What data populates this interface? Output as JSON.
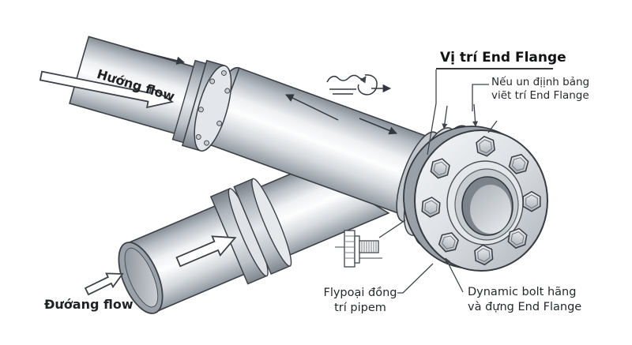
{
  "figure": {
    "labels": {
      "flow_top": "Hướng flow",
      "flow_bottom": "Đướang flow",
      "flange_position_title": "Vị trí End Flange",
      "flange_position_note": "Nếu un địịnh bảng\nviẽt trí End Flange",
      "pipe_note": "Flypoại đồng\ntrí pipem",
      "bolt_note": "Dynamic bolt hãng\nvà đựng End Flange"
    },
    "icons": {
      "weld_squiggle": "weld-squiggle-icon",
      "bolt_detail": "bolt-symbol-icon",
      "flow_arrows": "flow-arrow-icons"
    },
    "colors": {
      "outline": "#3c4147",
      "pipe_highlight": "#ffffff",
      "pipe_shadow": "#8f969e",
      "gasket_dark": "#7b828b",
      "flange_face": "#e4e7ea",
      "text": "#1f2225"
    }
  }
}
